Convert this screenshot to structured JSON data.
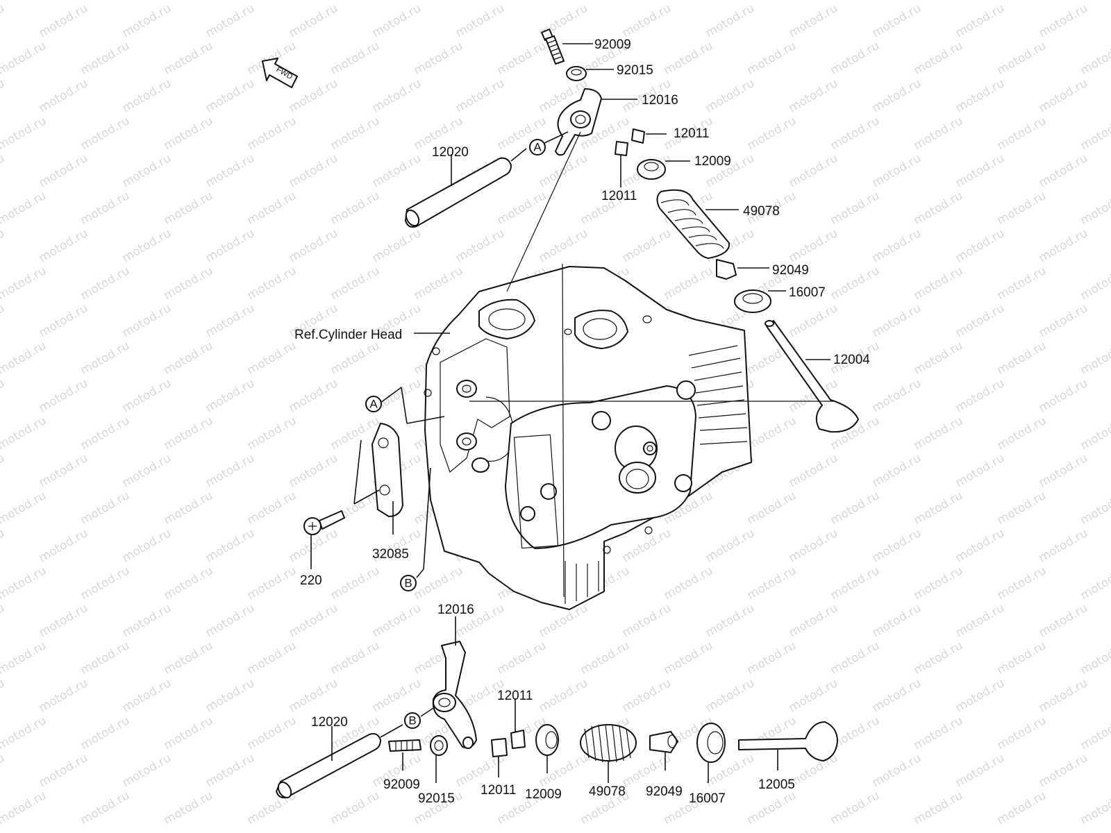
{
  "watermark": "motod.ru",
  "fwd_arrow": {
    "label": "FWD"
  },
  "ref_cylinder_head": "Ref.Cylinder Head",
  "ref_letters": {
    "a": "A",
    "b": "B"
  },
  "parts": {
    "p92009_top": "92009",
    "p92015_top": "92015",
    "p12016_top": "12016",
    "p12011_top_a": "12011",
    "p12020_top": "12020",
    "p12009_top": "12009",
    "p12011_top_b": "12011",
    "p49078_top": "49078",
    "p92049_top": "92049",
    "p16007_top": "16007",
    "p12004": "12004",
    "p32085": "32085",
    "p220": "220",
    "p12016_bot": "12016",
    "p12011_bot_a": "12011",
    "p12020_bot": "12020",
    "p92009_bot": "92009",
    "p92015_bot": "92015",
    "p12011_bot_b": "12011",
    "p12009_bot": "12009",
    "p49078_bot": "49078",
    "p92049_bot": "92049",
    "p16007_bot": "16007",
    "p12005": "12005"
  }
}
